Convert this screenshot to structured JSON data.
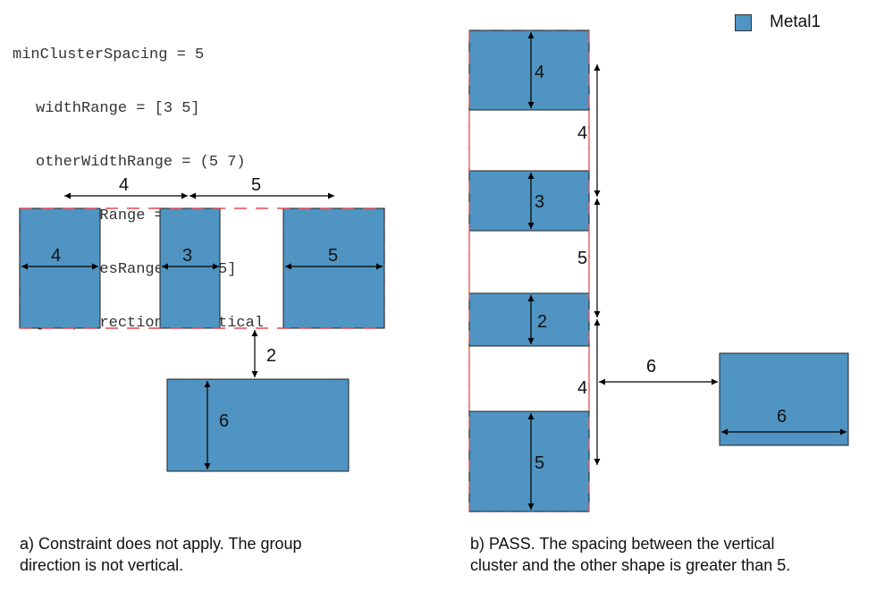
{
  "parameters": {
    "line0": "minClusterSpacing = 5",
    "line1": "widthRange = [3 5]",
    "line2": "otherWidthRange = (5 7)",
    "line3": "spacingRange = (3 6)",
    "line4": "numShapesRange = [3 5]",
    "line5": "groupDirection = vertical"
  },
  "legend": {
    "label": "Metal1",
    "color": "#4f94c2"
  },
  "diagram_a": {
    "spacing_labels": [
      "4",
      "5"
    ],
    "width_labels": [
      "4",
      "3",
      "5"
    ],
    "gap_label": "2",
    "other_shape_height_label": "6",
    "caption_line1": "a) Constraint does not apply. The group",
    "caption_line2": "direction is not vertical."
  },
  "diagram_b": {
    "height_labels": [
      "4",
      "3",
      "2",
      "5"
    ],
    "spacing_labels": [
      "4",
      "5",
      "4"
    ],
    "cluster_spacing_label": "6",
    "other_shape_width_label": "6",
    "caption_line1": "b) PASS. The spacing between the vertical",
    "caption_line2": "cluster and the other shape is greater than 5."
  }
}
